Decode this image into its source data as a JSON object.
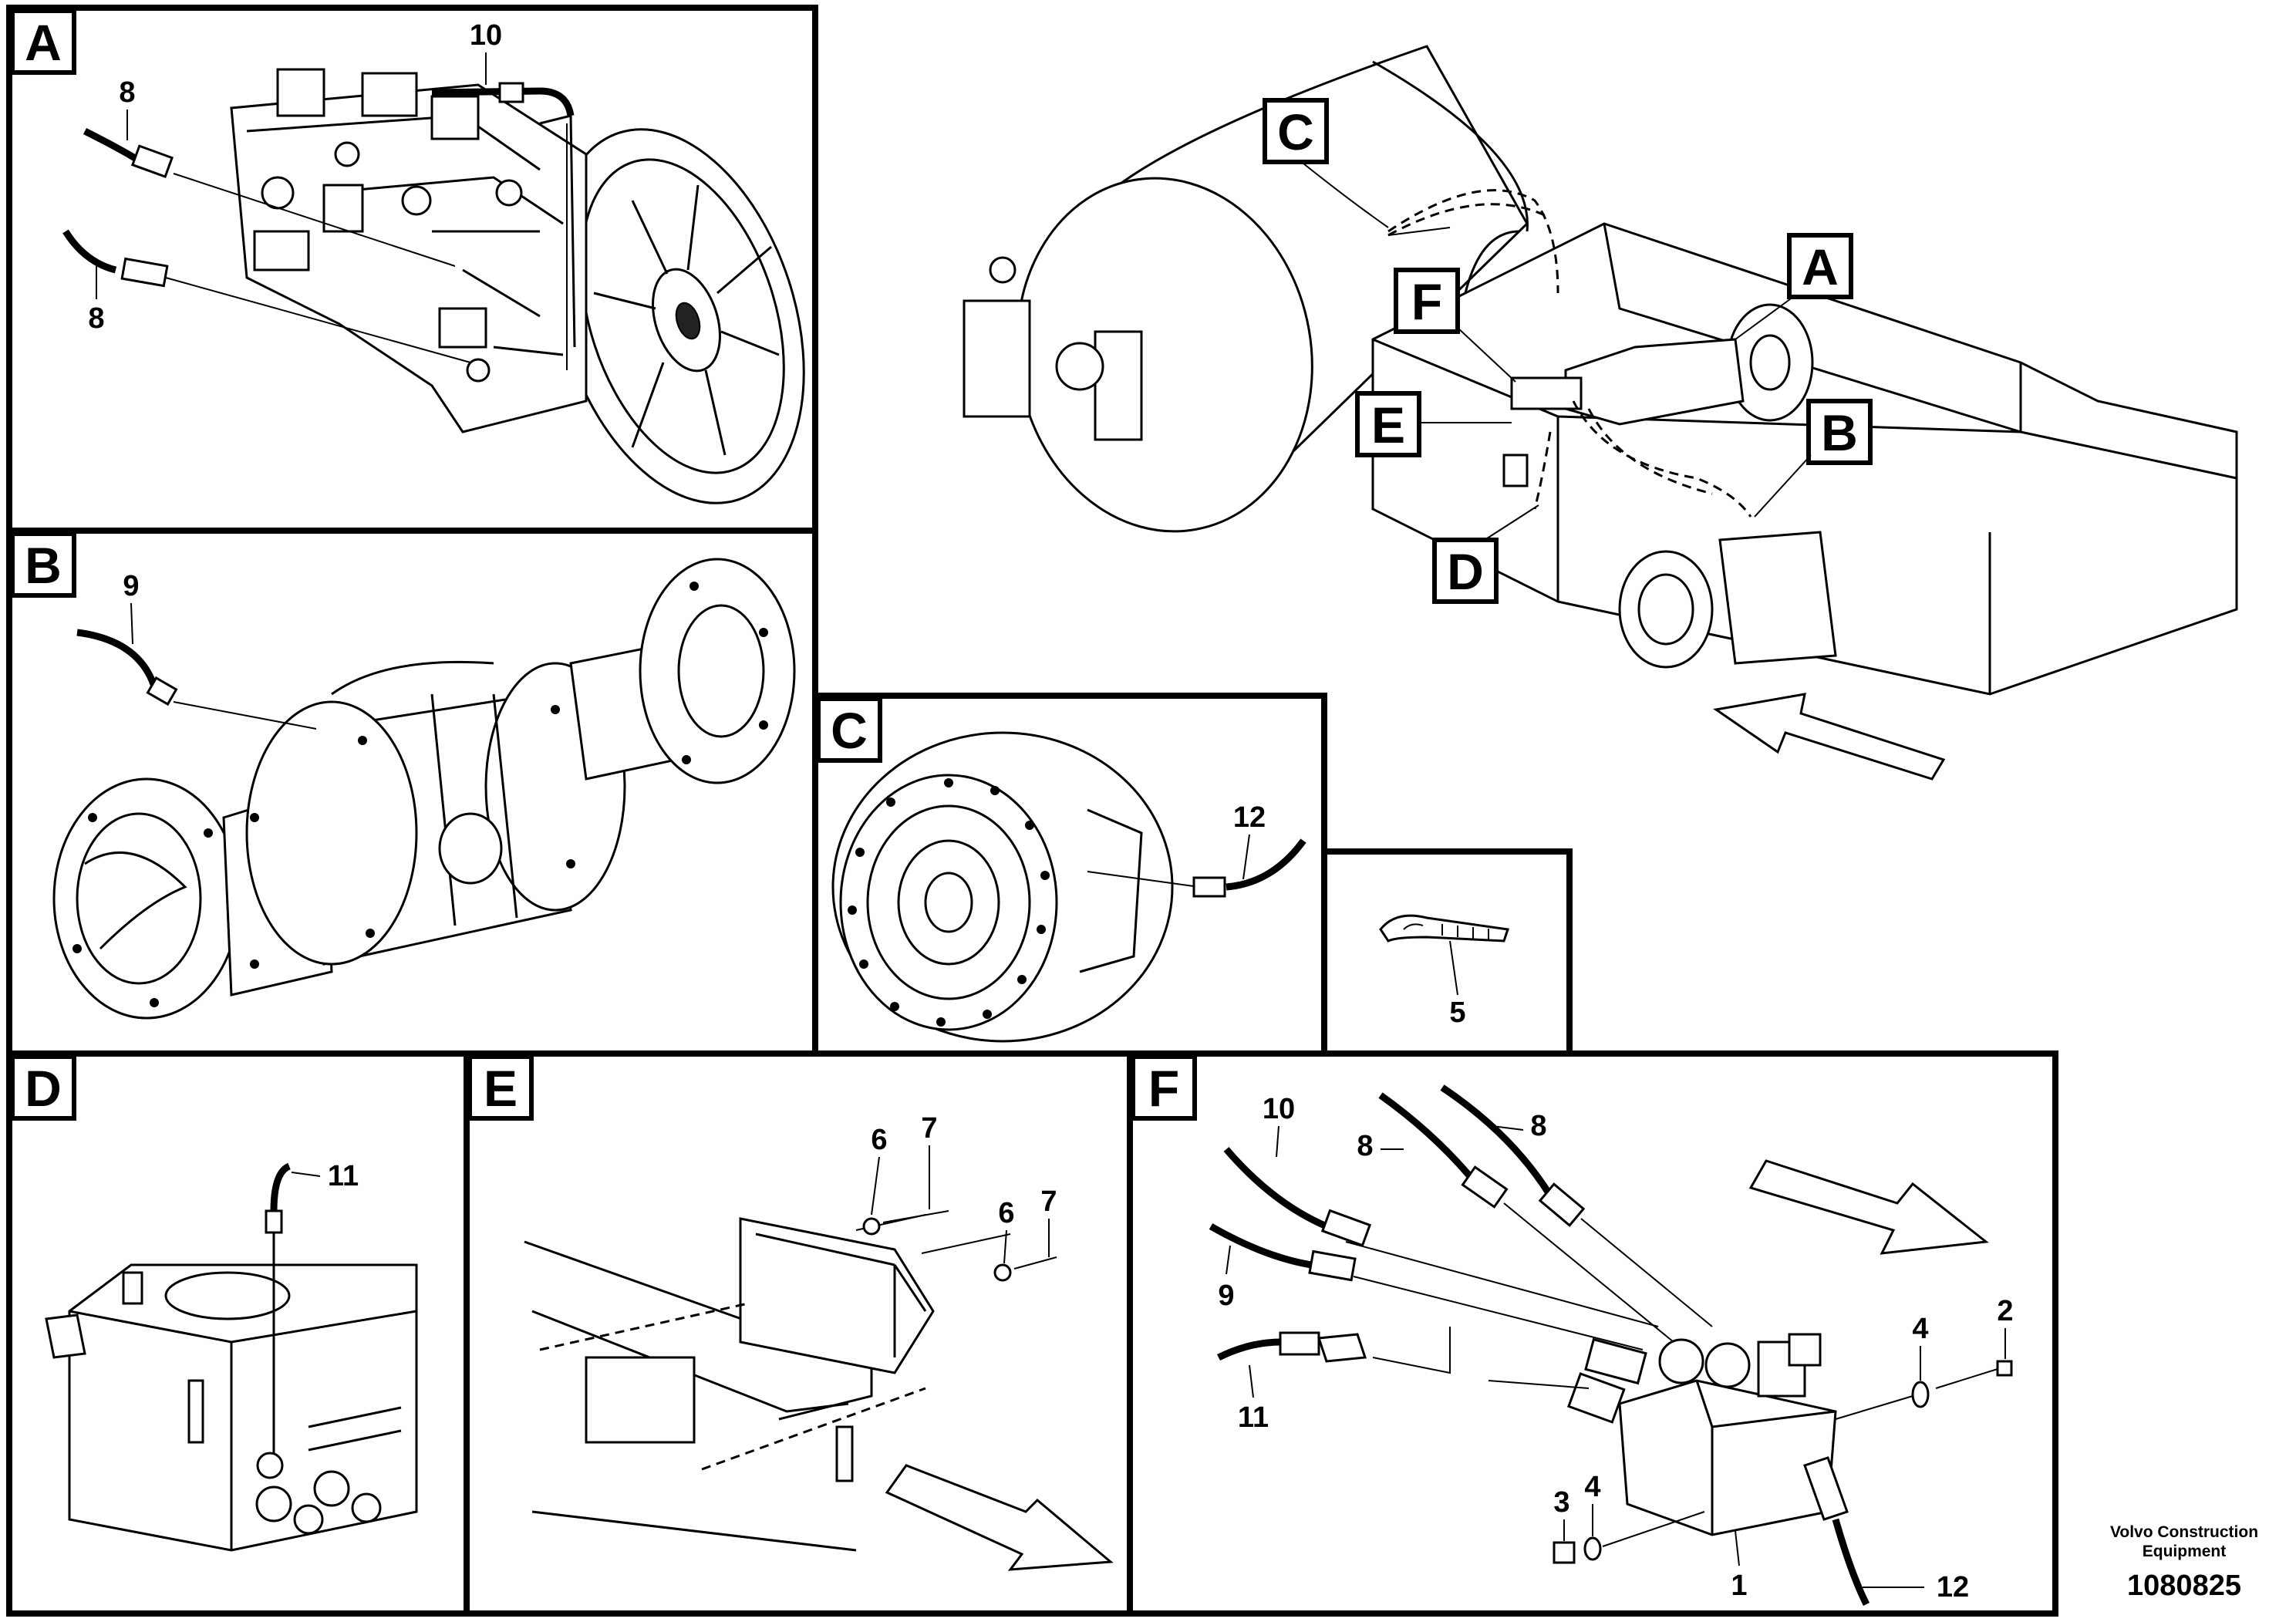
{
  "panels": {
    "A": {
      "letter": "A",
      "callouts": [
        "10",
        "8",
        "8"
      ]
    },
    "B": {
      "letter": "B",
      "callouts": [
        "9"
      ]
    },
    "C": {
      "letter": "C",
      "callouts": [
        "12"
      ]
    },
    "clip": {
      "callouts": [
        "5"
      ]
    },
    "D": {
      "letter": "D",
      "callouts": [
        "11"
      ]
    },
    "E": {
      "letter": "E",
      "callouts": [
        "6",
        "7",
        "6",
        "7"
      ]
    },
    "F": {
      "letter": "F",
      "callouts": [
        "10",
        "8",
        "8",
        "9",
        "11",
        "2",
        "4",
        "3",
        "4",
        "1",
        "12"
      ]
    }
  },
  "overview": {
    "labels": [
      "C",
      "A",
      "F",
      "E",
      "B",
      "D"
    ]
  },
  "brand": {
    "line1": "Volvo Construction",
    "line2": "Equipment",
    "doc_number": "1080825"
  }
}
